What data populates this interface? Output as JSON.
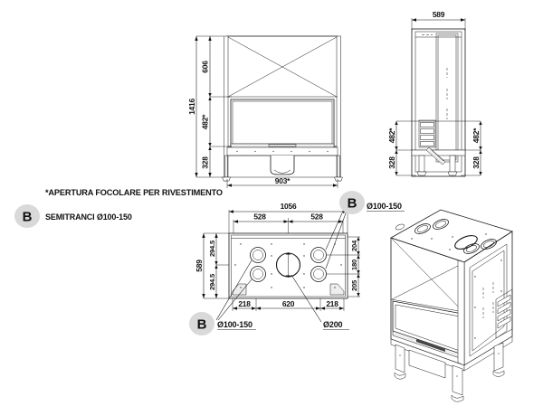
{
  "drawing": {
    "title": "Technical dimension drawing - fireplace insert",
    "background_color": "#ffffff",
    "line_color": "#1a1a1a",
    "callout_badge_color": "#d9d9d9"
  },
  "legend": {
    "note": "*APERTURA FOCOLARE PER RIVESTIMENTO",
    "badge_label": "B",
    "badge_text": "SEMITRANCI Ø100-150"
  },
  "front_view": {
    "name": "front-elevation",
    "dimensions": {
      "total_height": "1416",
      "upper_height": "606",
      "opening_height": "482*",
      "base_height": "328",
      "width": "903*"
    }
  },
  "side_view": {
    "name": "side-elevation",
    "dimensions": {
      "depth": "589",
      "opening_height_left": "482*",
      "opening_height_right": "482*",
      "base_height_left": "328",
      "base_height_right": "328"
    }
  },
  "plan_view": {
    "name": "plan-top-view",
    "dimensions": {
      "total_width": "1056",
      "half_width_left": "528",
      "half_width_right": "528",
      "total_depth": "589",
      "half_depth_top": "294.5",
      "half_depth_bottom": "294.5",
      "right_offset_top": "204",
      "right_offset_mid": "180",
      "right_offset_bottom": "205",
      "bottom_left": "218",
      "bottom_center": "620",
      "bottom_right": "218"
    },
    "callouts": {
      "top_badge": "B",
      "top_label": "Ø100-150",
      "bottom_badge": "B",
      "bottom_label": "Ø100-150",
      "center_label": "Ø200"
    }
  },
  "iso_view": {
    "name": "isometric-3d-view"
  }
}
